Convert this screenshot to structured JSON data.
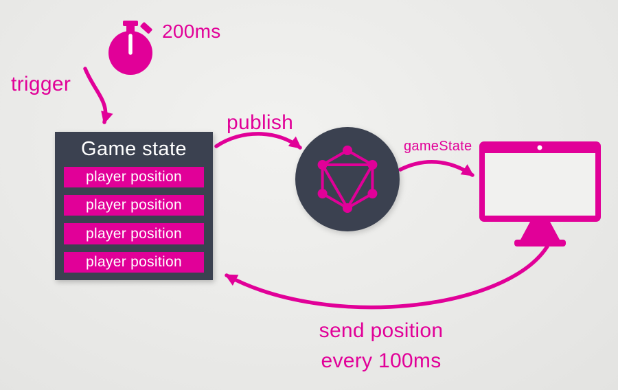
{
  "colors": {
    "accent": "#e10098",
    "dark_panel": "#3b4150",
    "background": "#ebebe9",
    "text_on_dark": "#ffffff"
  },
  "timer": {
    "icon": "stopwatch-icon",
    "interval_label": "200ms"
  },
  "trigger": {
    "label": "trigger"
  },
  "publish": {
    "label": "publish"
  },
  "game_state": {
    "title": "Game state",
    "rows": [
      "player position",
      "player position",
      "player position",
      "player position"
    ]
  },
  "broker": {
    "icon": "graphql-logo-icon"
  },
  "subscription": {
    "label": "gameState"
  },
  "client": {
    "icon": "monitor-icon"
  },
  "feedback": {
    "label_line1": "send position",
    "label_line2": "every 100ms"
  }
}
